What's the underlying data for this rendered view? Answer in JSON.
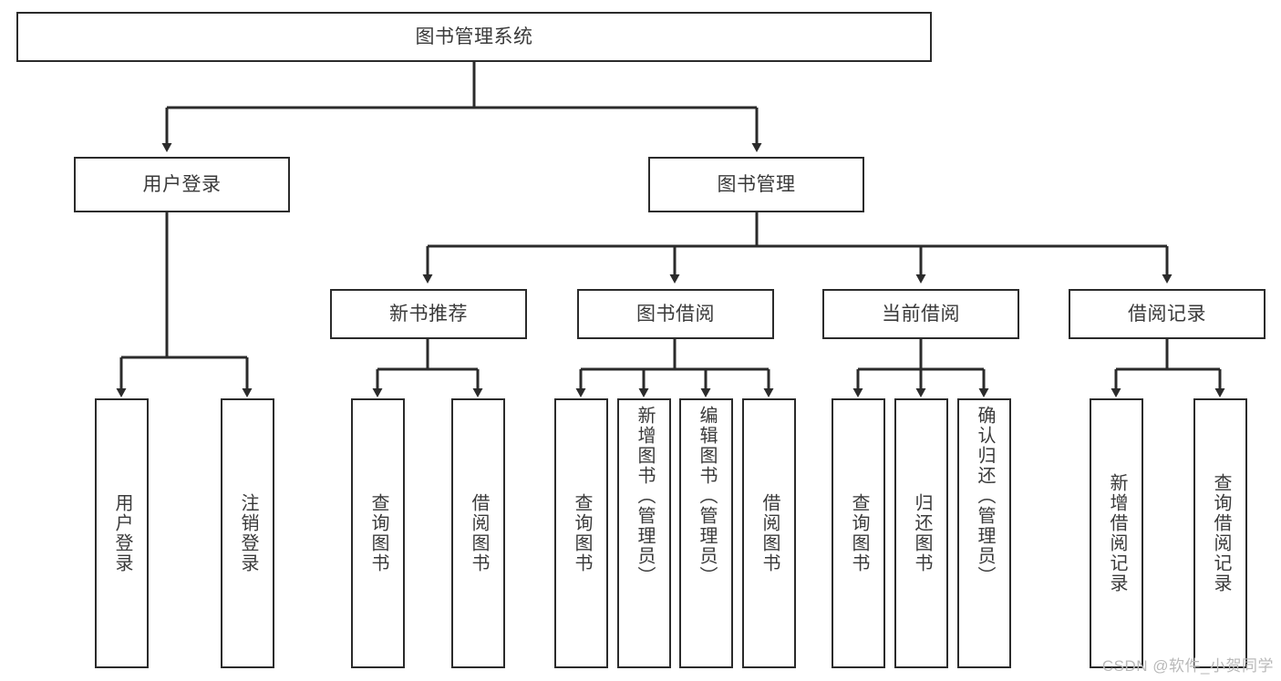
{
  "diagram": {
    "type": "tree-hierarchy",
    "title": "图书管理系统",
    "watermark": "CSDN @软件_小贺同学",
    "colors": {
      "box_border": "#2b2b2b",
      "box_fill": "#ffffff",
      "text": "#3a3a3a",
      "connector": "#2b2b2b",
      "watermark": "#b9b9b9",
      "background": "#ffffff"
    },
    "levels": {
      "root": {
        "label": "图书管理系统"
      },
      "level2": [
        {
          "label": "用户登录"
        },
        {
          "label": "图书管理"
        }
      ],
      "level3": [
        {
          "label": "新书推荐"
        },
        {
          "label": "图书借阅"
        },
        {
          "label": "当前借阅"
        },
        {
          "label": "借阅记录"
        }
      ],
      "leaves": {
        "user_login": [
          {
            "label": "用户登录"
          },
          {
            "label": "注销登录"
          }
        ],
        "new_book_recommend": [
          {
            "label": "查询图书"
          },
          {
            "label": "借阅图书"
          }
        ],
        "book_borrow": [
          {
            "label": "查询图书"
          },
          {
            "label": "新增图书（管理员）"
          },
          {
            "label": "编辑图书（管理员）"
          },
          {
            "label": "借阅图书"
          }
        ],
        "current_borrow": [
          {
            "label": "查询图书"
          },
          {
            "label": "归还图书"
          },
          {
            "label": "确认归还（管理员）"
          }
        ],
        "borrow_record": [
          {
            "label": "新增借阅记录"
          },
          {
            "label": "查询借阅记录"
          }
        ]
      }
    }
  }
}
